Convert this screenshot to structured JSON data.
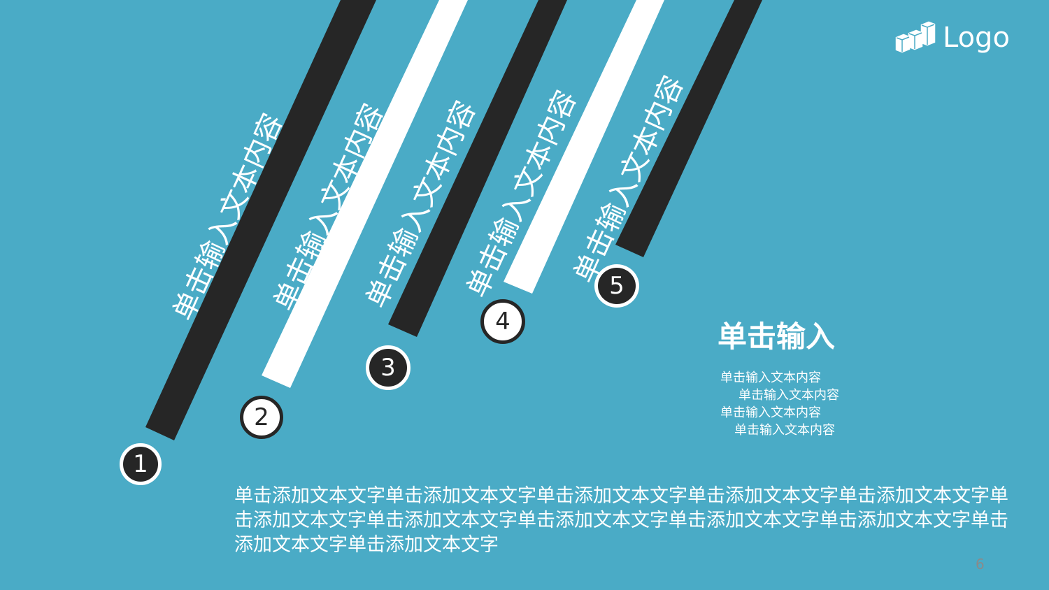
{
  "logo": {
    "icon": "bar-chart-cubes-icon",
    "text": "Logo"
  },
  "colors": {
    "background": "#4aabc6",
    "dark": "#262626",
    "light": "#ffffff",
    "page_number": "#8a8a8a"
  },
  "steps": [
    {
      "number": "1",
      "label": "单击输入文本内容",
      "stripe_color": "dark"
    },
    {
      "number": "2",
      "label": "单击输入文本内容",
      "stripe_color": "light"
    },
    {
      "number": "3",
      "label": "单击输入文本内容",
      "stripe_color": "dark"
    },
    {
      "number": "4",
      "label": "单击输入文本内容",
      "stripe_color": "light"
    },
    {
      "number": "5",
      "label": "单击输入文本内容",
      "stripe_color": "dark"
    }
  ],
  "side": {
    "title": "单击输入",
    "lines": [
      "单击输入文本内容",
      "单击输入文本内容",
      "单击输入文本内容",
      "单击输入文本内容"
    ]
  },
  "body": {
    "paragraph": "单击添加文本文字单击添加文本文字单击添加文本文字单击添加文本文字单击添加文本文字单击添加文本文字单击添加文本文字单击添加文本文字单击添加文本文字单击添加文本文字单击添加文本文字单击添加文本文字"
  },
  "page_number": "6"
}
